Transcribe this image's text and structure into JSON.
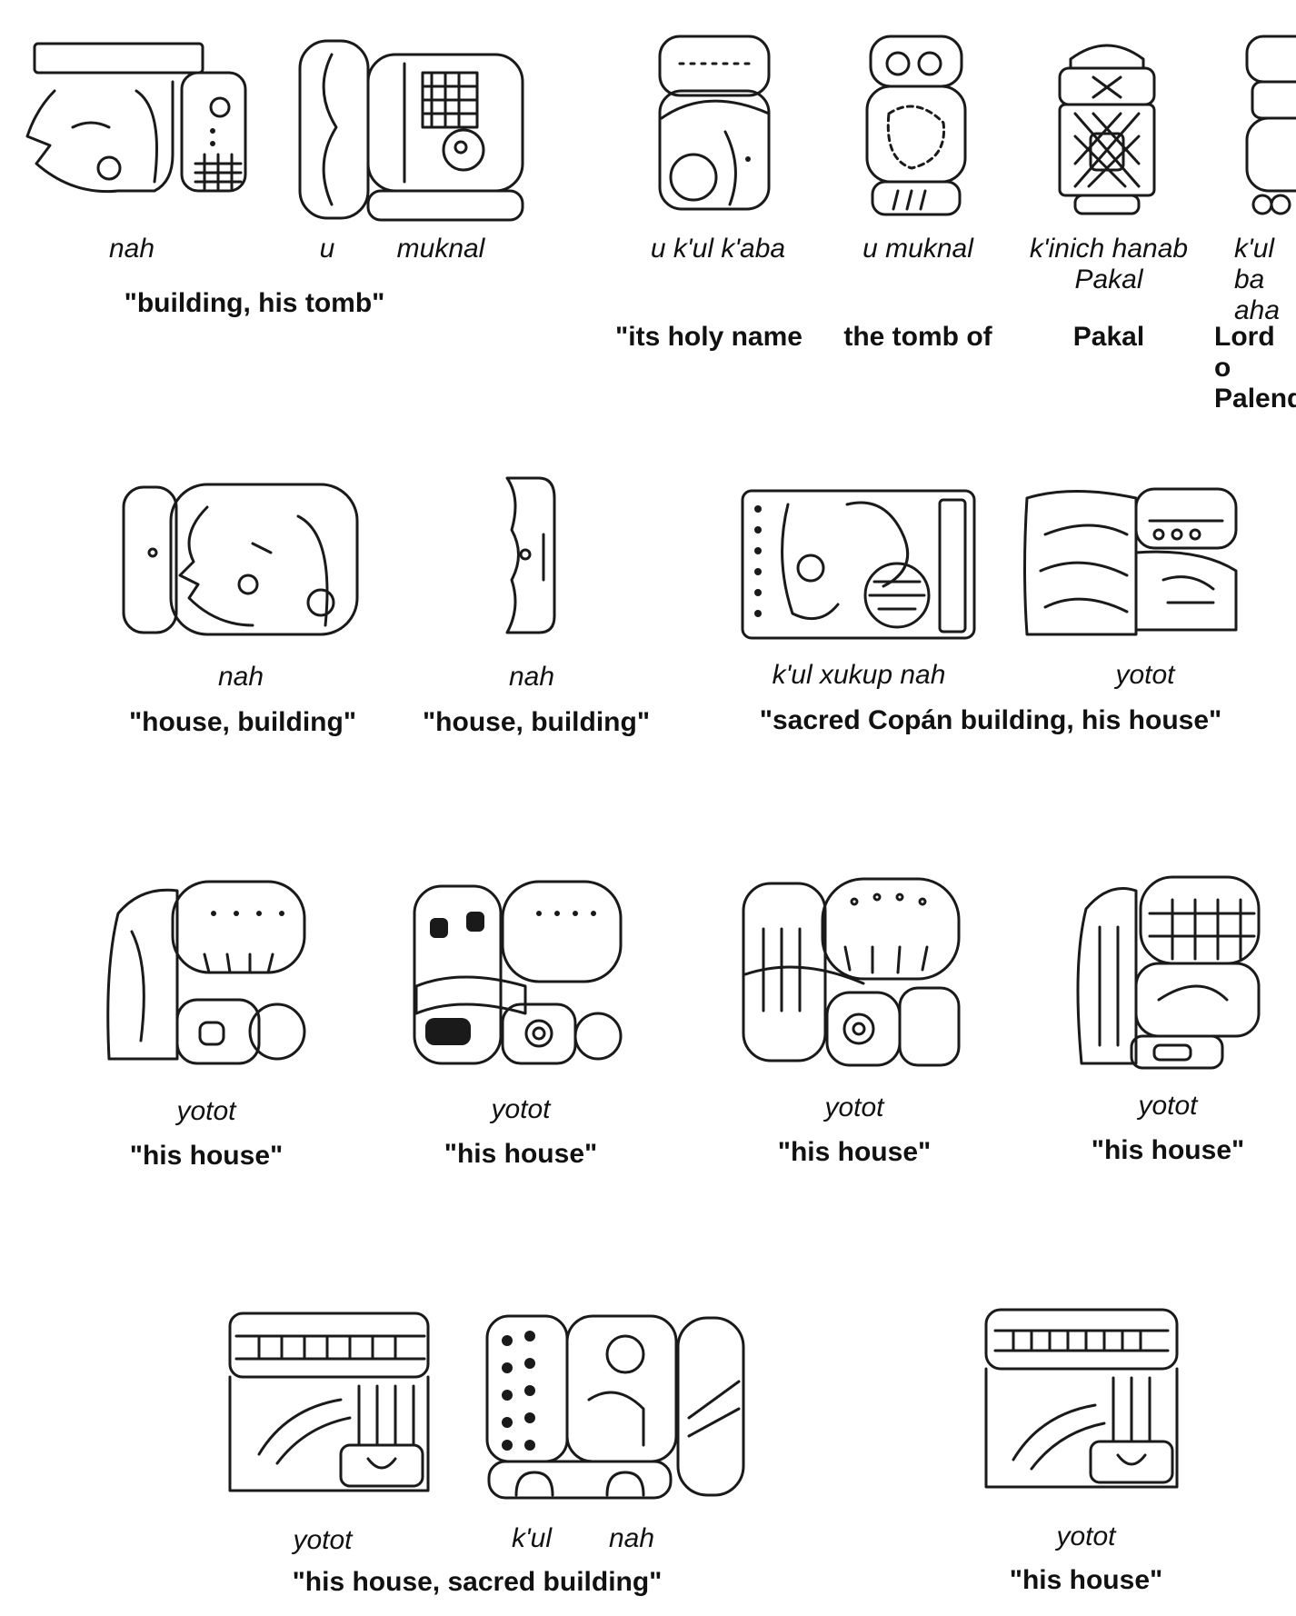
{
  "rows": [
    {
      "id": "row1",
      "transliterations": [
        "nah",
        "u",
        "muknal",
        "u k'ul k'aba",
        "u muknal",
        "k'inich hanab\nPakal",
        "k'ul ba\naha"
      ],
      "glosses": [
        "\"building, his tomb\"",
        "\"its holy name",
        "the tomb of",
        "Pakal",
        "Lord o\nPalenq"
      ]
    },
    {
      "id": "row2",
      "transliterations": [
        "nah",
        "nah",
        "k'ul xukup nah",
        "yotot"
      ],
      "glosses": [
        "\"house, building\"",
        "\"house, building\"",
        "\"sacred Copán building, his house\""
      ]
    },
    {
      "id": "row3",
      "transliterations": [
        "yotot",
        "yotot",
        "yotot",
        "yotot"
      ],
      "glosses": [
        "\"his house\"",
        "\"his house\"",
        "\"his house\"",
        "\"his house\""
      ]
    },
    {
      "id": "row4",
      "transliterations": [
        "yotot",
        "k'ul",
        "nah",
        "yotot"
      ],
      "glosses": [
        "\"his house, sacred building\"",
        "\"his house\""
      ]
    }
  ],
  "glyph_icons": [
    "nah-head-glyph-icon",
    "u-muknal-glyph-icon",
    "u-kul-kaba-glyph-icon",
    "u-muknal-compound-glyph-icon",
    "pakal-name-glyph-icon",
    "kul-bakal-ahau-glyph-icon",
    "nah-head-variant-glyph-icon",
    "nah-bracket-glyph-icon",
    "kul-xukup-nah-glyph-icon",
    "yotot-glyph-icon"
  ]
}
